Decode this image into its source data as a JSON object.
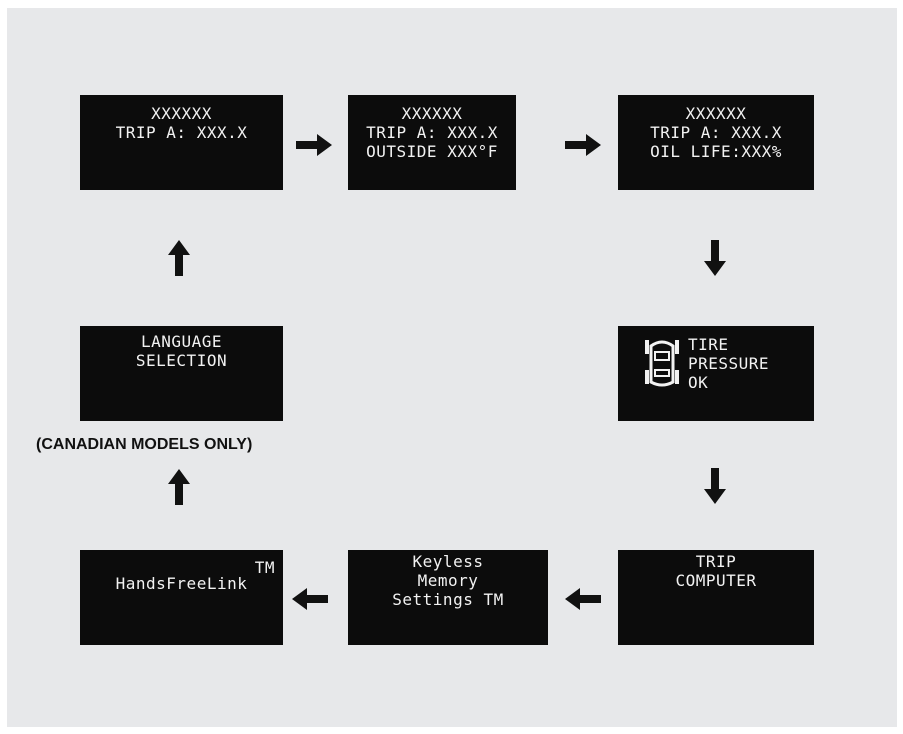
{
  "screens": {
    "trip_a": {
      "lines": [
        "XXXXXX",
        "TRIP A: XXX.X"
      ]
    },
    "trip_outside": {
      "lines": [
        "XXXXXX",
        "TRIP A: XXX.X",
        "OUTSIDE XXX°F"
      ]
    },
    "trip_oil": {
      "lines": [
        "XXXXXX",
        "TRIP A: XXX.X",
        "OIL LIFE:XXX%"
      ]
    },
    "tire_pressure": {
      "lines": [
        "TIRE",
        "PRESSURE",
        "OK"
      ],
      "icon": "tire-pressure-car-icon"
    },
    "trip_computer": {
      "lines": [
        "TRIP",
        "COMPUTER"
      ]
    },
    "keyless": {
      "lines": [
        "Keyless",
        "Memory",
        "Settings TM"
      ]
    },
    "handsfreelink": {
      "tm": "TM",
      "label": "HandsFreeLink"
    },
    "language": {
      "lines": [
        "LANGUAGE",
        "SELECTION"
      ]
    }
  },
  "note": "(CANADIAN MODELS ONLY)",
  "colors": {
    "background": "#e7e8ea",
    "screen": "#0c0c0c",
    "screen_text": "#f2f2f2",
    "arrow": "#111111"
  }
}
